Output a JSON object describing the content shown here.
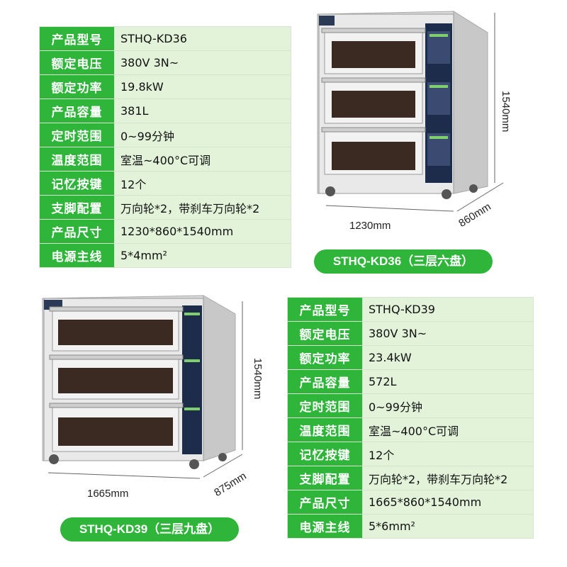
{
  "kd36": {
    "model_label": "STHQ-KD36（三层六盘）",
    "dims": {
      "width": "1230mm",
      "depth": "860mm",
      "height": "1540mm"
    },
    "specs": [
      {
        "label": "产品型号",
        "value": "STHQ-KD36"
      },
      {
        "label": "额定电压",
        "value": "380V 3N~"
      },
      {
        "label": "额定功率",
        "value": "19.8kW"
      },
      {
        "label": "产品容量",
        "value": "381L"
      },
      {
        "label": "定时范围",
        "value": "0~99分钟"
      },
      {
        "label": "温度范围",
        "value": "室温~400°C可调"
      },
      {
        "label": "记忆按键",
        "value": "12个"
      },
      {
        "label": "支脚配置",
        "value": "万向轮*2，带刹车万向轮*2"
      },
      {
        "label": "产品尺寸",
        "value": "1230*860*1540mm"
      },
      {
        "label": "电源主线",
        "value": "5*4mm²"
      }
    ]
  },
  "kd39": {
    "model_label": "STHQ-KD39（三层九盘）",
    "dims": {
      "width": "1665mm",
      "depth": "875mm",
      "height": "1540mm"
    },
    "specs": [
      {
        "label": "产品型号",
        "value": "STHQ-KD39"
      },
      {
        "label": "额定电压",
        "value": "380V 3N~"
      },
      {
        "label": "额定功率",
        "value": "23.4kW"
      },
      {
        "label": "产品容量",
        "value": "572L"
      },
      {
        "label": "定时范围",
        "value": "0~99分钟"
      },
      {
        "label": "温度范围",
        "value": "室温~400°C可调"
      },
      {
        "label": "记忆按键",
        "value": "12个"
      },
      {
        "label": "支脚配置",
        "value": "万向轮*2，带刹车万向轮*2"
      },
      {
        "label": "产品尺寸",
        "value": "1665*860*1540mm"
      },
      {
        "label": "电源主线",
        "value": "5*6mm²"
      }
    ]
  },
  "colors": {
    "accent": "#2fb53a",
    "value_bg": "#e3f3d9"
  }
}
